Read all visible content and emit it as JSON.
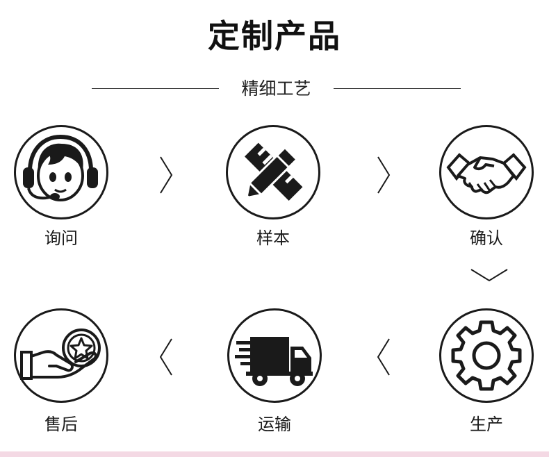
{
  "title": "定制产品",
  "subtitle": "精细工艺",
  "steps": [
    {
      "label": "询问",
      "icon": "customer-service-headset-icon"
    },
    {
      "label": "样本",
      "icon": "pencil-ruler-icon"
    },
    {
      "label": "确认",
      "icon": "handshake-icon"
    },
    {
      "label": "生产",
      "icon": "gear-icon"
    },
    {
      "label": "运输",
      "icon": "delivery-truck-icon"
    },
    {
      "label": "售后",
      "icon": "hand-star-icon"
    }
  ],
  "colors": {
    "stroke": "#1a1a1a",
    "background": "#ffffff",
    "bottom_band": "#f4d9e4"
  }
}
